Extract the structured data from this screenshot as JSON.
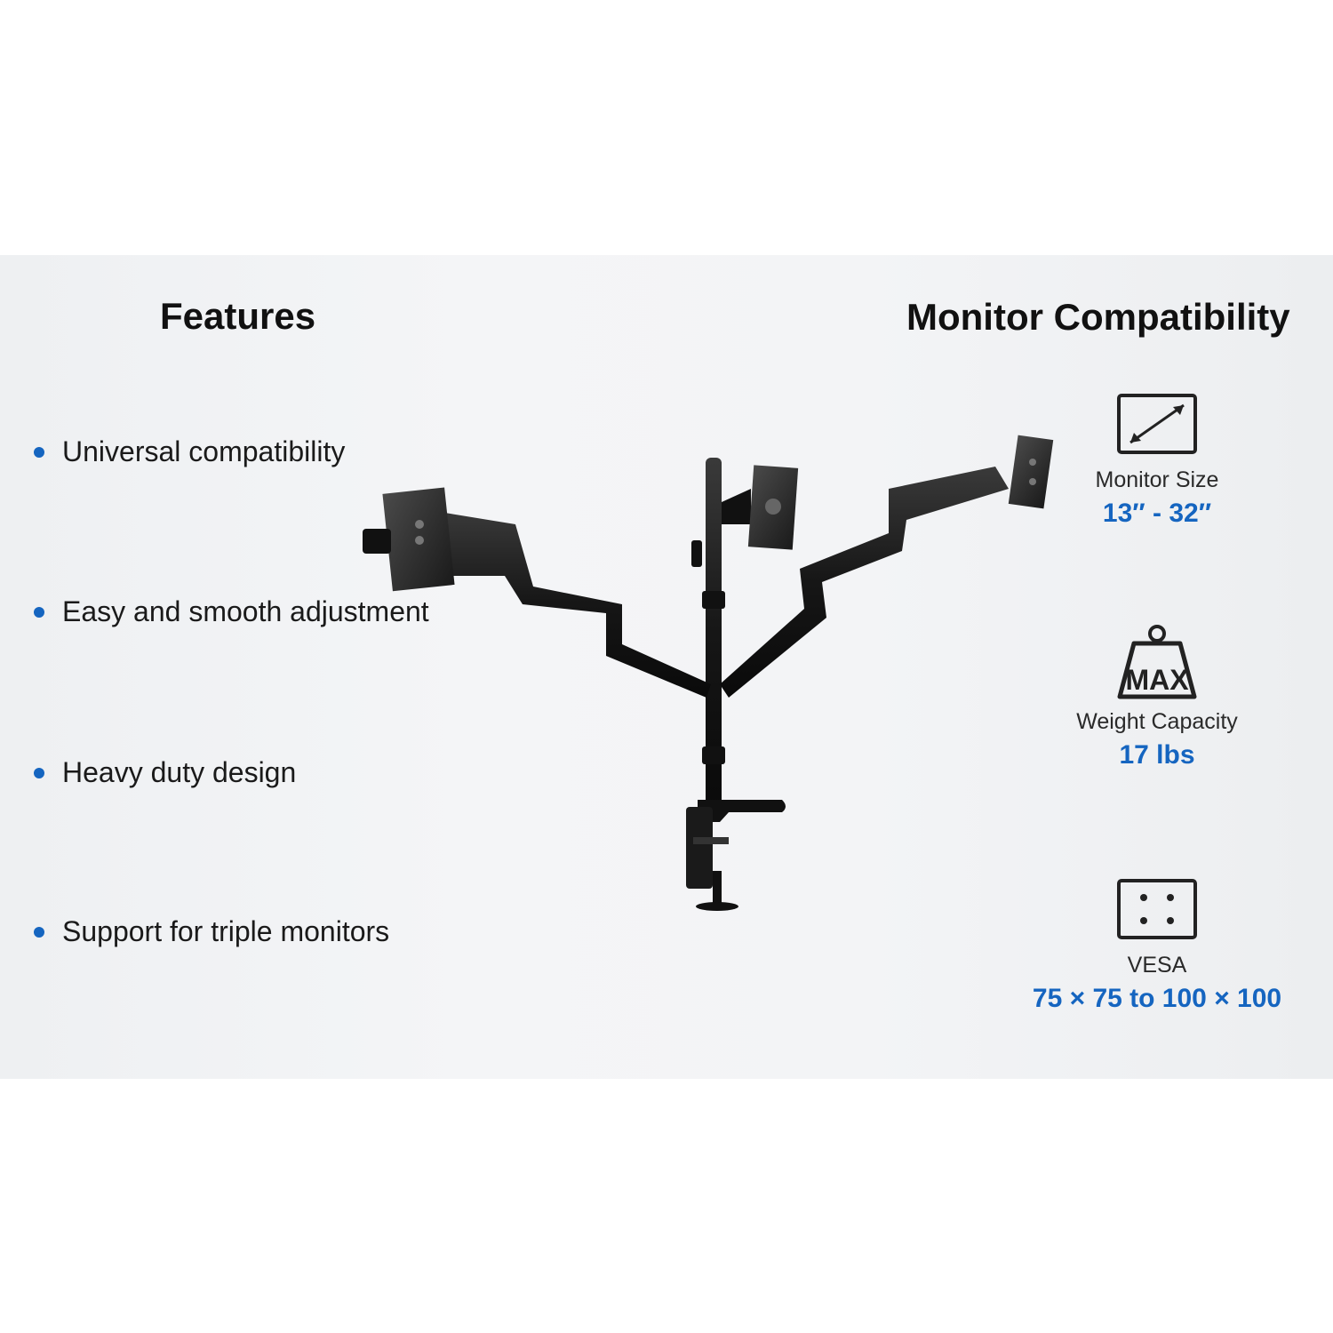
{
  "features": {
    "title": "Features",
    "items": [
      "Universal compatibility",
      "Easy and smooth adjustment",
      "Heavy duty design",
      "Support for triple monitors"
    ]
  },
  "compatibility": {
    "title": "Monitor Compatibility",
    "specs": [
      {
        "icon": "diagonal-size-icon",
        "label": "Monitor Size",
        "value": "13″ - 32″"
      },
      {
        "icon": "max-weight-icon",
        "label": "Weight Capacity",
        "value": "17 lbs",
        "icon_text": "MAX"
      },
      {
        "icon": "vesa-pattern-icon",
        "label": "VESA",
        "value": "75 × 75 to 100 × 100"
      }
    ]
  },
  "colors": {
    "accent": "#1565c0",
    "text": "#1a1a1a",
    "panel": "#f2f3f5",
    "mount": "#141414"
  }
}
